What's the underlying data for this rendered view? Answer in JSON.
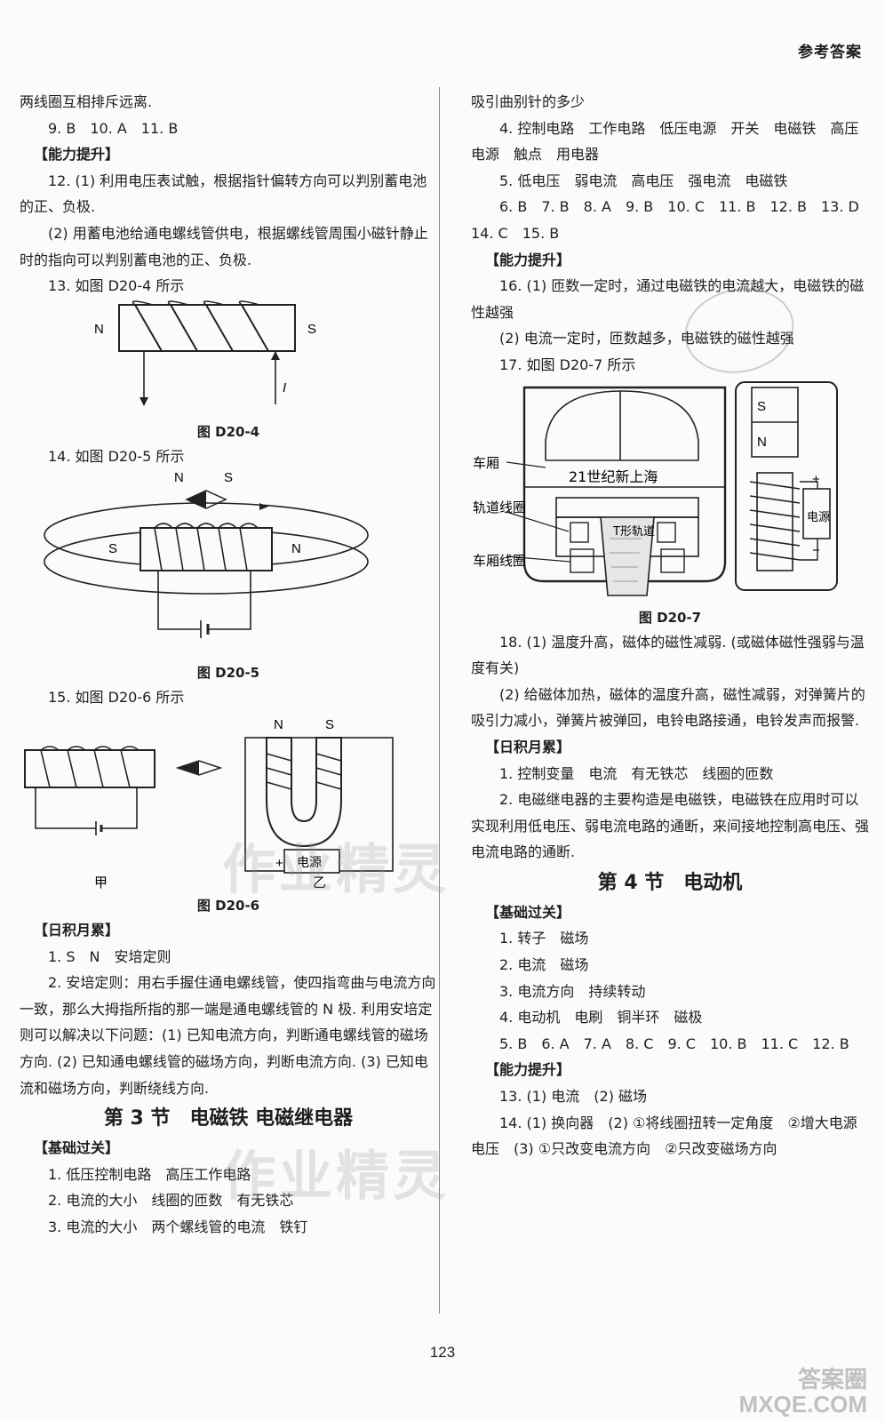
{
  "header": {
    "label": "参考答案"
  },
  "page_number": "123",
  "watermark": {
    "text": "作业精灵",
    "corner_line1": "答案圈",
    "corner_line2": "MXQE.COM"
  },
  "left": {
    "l1": "两线圈互相排斥远离.",
    "l2": "9. B　10. A　11. B",
    "sec1": "【能力提升】",
    "l3": "12. (1) 利用电压表试触，根据指针偏转方向可以判别蓄电池的正、负极.",
    "l4": "(2) 用蓄电池给通电螺线管供电，根据螺线管周围小磁针静止时的指向可以判别蓄电池的正、负极.",
    "l5": "13. 如图 D20-4 所示",
    "fig4": {
      "n": "N",
      "s": "S",
      "i": "I",
      "caption": "图 D20-4"
    },
    "l6": "14. 如图 D20-5 所示",
    "fig5": {
      "n_top": "N",
      "s_top": "S",
      "s_left": "S",
      "n_right": "N",
      "caption": "图 D20-5"
    },
    "l7": "15. 如图 D20-6 所示",
    "fig6": {
      "n": "N",
      "s": "S",
      "plus": "+",
      "power": "电源",
      "jia": "甲",
      "yi": "乙",
      "caption": "图 D20-6"
    },
    "sec2": "【日积月累】",
    "l8": "1. S　N　安培定则",
    "l9": "2. 安培定则：用右手握住通电螺线管，使四指弯曲与电流方向一致，那么大拇指所指的那一端是通电螺线管的 N 极. 利用安培定则可以解决以下问题：(1) 已知电流方向，判断通电螺线管的磁场方向. (2) 已知通电螺线管的磁场方向，判断电流方向. (3) 已知电流和磁场方向，判断绕线方向.",
    "heading3": "第 3 节　电磁铁 电磁继电器",
    "sec3": "【基础过关】",
    "l10": "1. 低压控制电路　高压工作电路",
    "l11": "2. 电流的大小　线圈的匝数　有无铁芯",
    "l12": "3. 电流的大小　两个螺线管的电流　铁钉"
  },
  "right": {
    "r1": "吸引曲别针的多少",
    "r2": "4. 控制电路　工作电路　低压电源　开关　电磁铁　高压电源　触点　用电器",
    "r3": "5. 低电压　弱电流　高电压　强电流　电磁铁",
    "r4": "6. B　7. B　8. A　9. B　10. C　11. B　12. B　13. D　14. C　15. B",
    "sec1": "【能力提升】",
    "r5": "16. (1) 匝数一定时，通过电磁铁的电流越大，电磁铁的磁性越强",
    "r6": "(2) 电流一定时，匝数越多，电磁铁的磁性越强",
    "r7": "17. 如图 D20-7 所示",
    "fig7": {
      "s": "S",
      "n": "N",
      "carriage": "车厢",
      "banner": "21世纪新上海",
      "track_coil": "轨道线圈",
      "t_track": "T形轨道",
      "car_coil": "车厢线圈",
      "power": "电源",
      "plus": "+",
      "minus": "−",
      "caption": "图 D20-7"
    },
    "r8": "18. (1) 温度升高，磁体的磁性减弱. (或磁体磁性强弱与温度有关)",
    "r9": "(2) 给磁体加热，磁体的温度升高，磁性减弱，对弹簧片的吸引力减小，弹簧片被弹回，电铃电路接通，电铃发声而报警.",
    "sec2": "【日积月累】",
    "r10": "1. 控制变量　电流　有无铁芯　线圈的匝数",
    "r11": "2. 电磁继电器的主要构造是电磁铁，电磁铁在应用时可以实现利用低电压、弱电流电路的通断，来间接地控制高电压、强电流电路的通断.",
    "heading4": "第 4 节　电动机",
    "sec3": "【基础过关】",
    "r12": "1. 转子　磁场",
    "r13": "2. 电流　磁场",
    "r14": "3. 电流方向　持续转动",
    "r15": "4. 电动机　电刷　铜半环　磁极",
    "r16": "5. B　6. A　7. A　8. C　9. C　10. B　11. C　12. B",
    "sec4": "【能力提升】",
    "r17": "13. (1) 电流　(2) 磁场",
    "r18": "14. (1) 换向器　(2) ①将线圈扭转一定角度　②增大电源电压　(3) ①只改变电流方向　②只改变磁场方向"
  }
}
